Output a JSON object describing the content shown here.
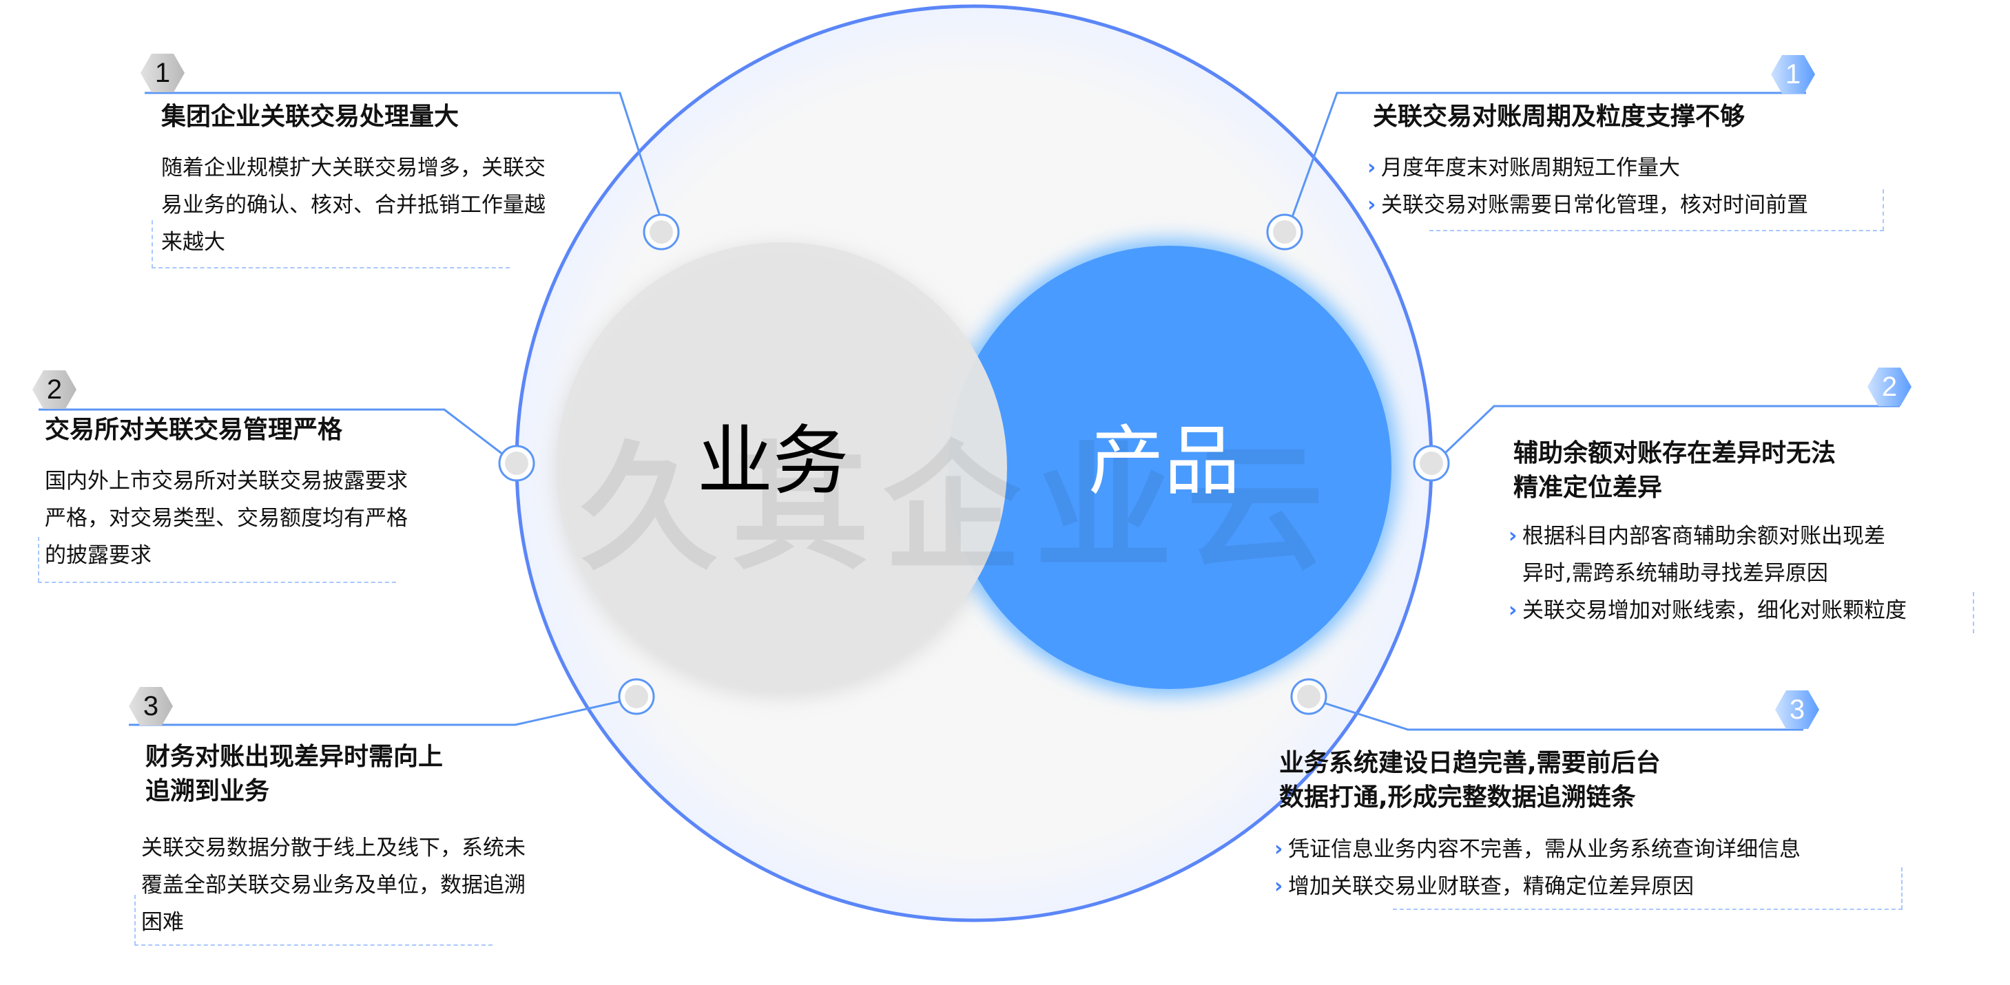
{
  "center": {
    "left_label": "业务",
    "right_label": "产品",
    "watermark": "久其企业云"
  },
  "colors": {
    "accent": "#4a9bff",
    "line": "#5b96f5",
    "gray_circle": "#e4e4e4"
  },
  "left_items": [
    {
      "number": "1",
      "title": [
        "集团企业关联交易处理量大"
      ],
      "body": [
        "随着企业规模扩大关联交易增多，关联交",
        "易业务的确认、核对、合并抵销工作量越",
        "来越大"
      ]
    },
    {
      "number": "2",
      "title": [
        "交易所对关联交易管理严格"
      ],
      "body": [
        "国内外上市交易所对关联交易披露要求",
        "严格，对交易类型、交易额度均有严格",
        "的披露要求"
      ]
    },
    {
      "number": "3",
      "title": [
        "财务对账出现差异时需向上",
        "追溯到业务"
      ],
      "body": [
        "关联交易数据分散于线上及线下，系统未",
        "覆盖全部关联交易业务及单位，数据追溯",
        "困难"
      ]
    }
  ],
  "right_items": [
    {
      "number": "1",
      "title": [
        "关联交易对账周期及粒度支撑不够"
      ],
      "bullets": [
        [
          "月度年度末对账周期短工作量大"
        ],
        [
          "关联交易对账需要日常化管理，核对时间前置"
        ]
      ]
    },
    {
      "number": "2",
      "title": [
        "辅助余额对账存在差异时无法",
        "精准定位差异"
      ],
      "bullets": [
        [
          "根据科目内部客商辅助余额对账出现差",
          "异时,需跨系统辅助寻找差异原因"
        ],
        [
          "关联交易增加对账线索，细化对账颗粒度"
        ]
      ]
    },
    {
      "number": "3",
      "title": [
        "业务系统建设日趋完善,需要前后台",
        "数据打通,形成完整数据追溯链条"
      ],
      "bullets": [
        [
          "凭证信息业务内容不完善，需从业务系统查询详细信息"
        ],
        [
          "增加关联交易业财联查，精确定位差异原因"
        ]
      ]
    }
  ]
}
